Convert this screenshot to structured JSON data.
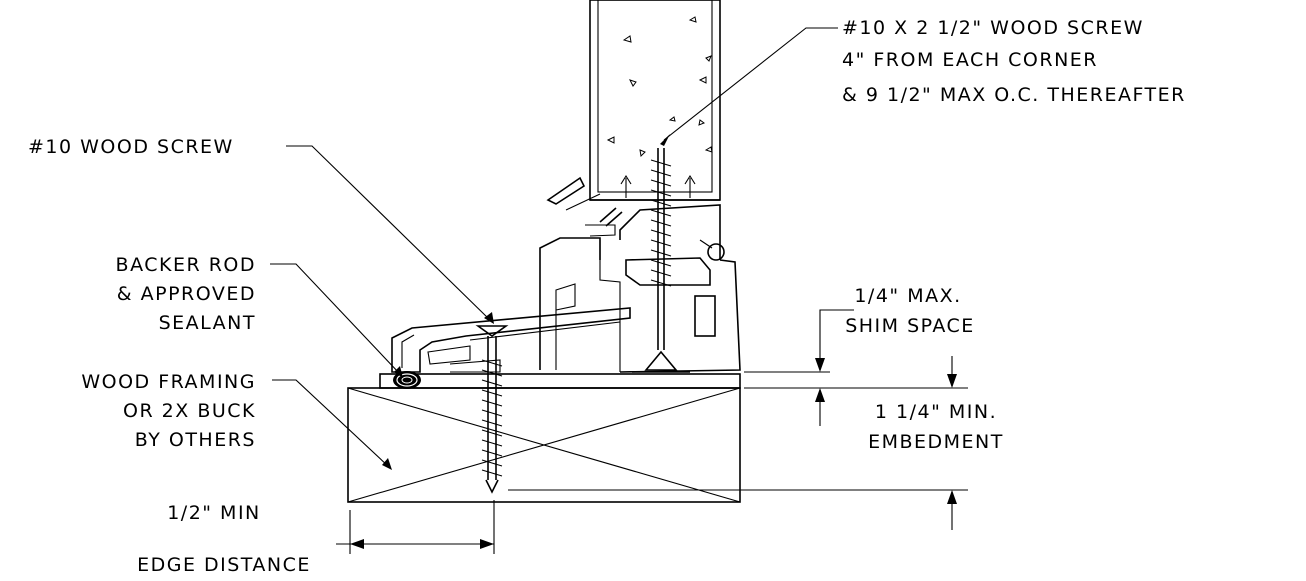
{
  "labels": {
    "wood_screw_long": [
      "#10 X 2 1/2\" WOOD SCREW",
      "4\" FROM EACH CORNER",
      "& 9 1/2\" MAX O.C. THEREAFTER"
    ],
    "wood_screw": [
      "#10 WOOD SCREW"
    ],
    "backer_rod": [
      "BACKER ROD",
      "& APPROVED",
      "SEALANT"
    ],
    "wood_framing": [
      "WOOD FRAMING",
      "OR 2X BUCK",
      "BY OTHERS"
    ],
    "shim_space": [
      "1/4\" MAX.",
      "SHIM SPACE"
    ],
    "embedment": [
      "1 1/4\" MIN.",
      "EMBEDMENT"
    ],
    "edge_distance": [
      "1/2\" MIN",
      "EDGE DISTANCE"
    ]
  }
}
